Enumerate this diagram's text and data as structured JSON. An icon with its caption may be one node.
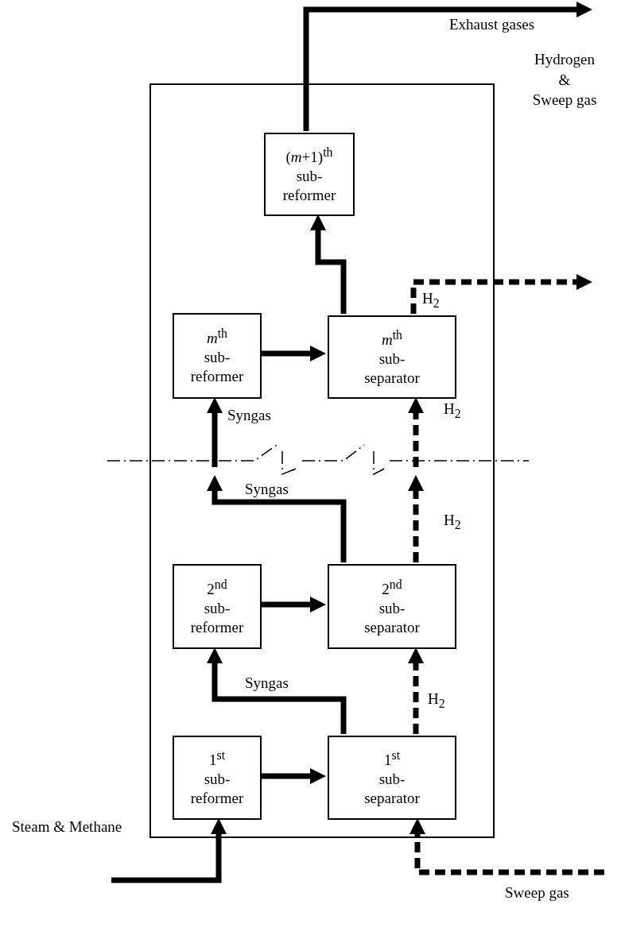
{
  "diagram": {
    "nodes": [
      {
        "text": [],
        "shape": "box"
      },
      {
        "text": [
          "(*m*+1)$^{th}$",
          "sub- reformer"
        ],
        "in": 0
      },
      {
        "text": [
          "*m*$^{th}$",
          "sub- reformer"
        ],
        "in": 0
      },
      {
        "text": [
          "*m*$^{th}$",
          "sub- separator"
        ],
        "in": 0
      },
      {
        "text": [
          "2$^{nd}$",
          "sub- reformer"
        ],
        "in": 0
      },
      {
        "text": [
          "2$^{nd}$",
          "sub- separator"
        ],
        "in": 0
      },
      {
        "text": [
          "1$^{st}$",
          "sub- reformer"
        ],
        "in": 0
      },
      {
        "text": [
          "1$^{st}$",
          "sub- separator"
        ],
        "in": 0
      }
    ],
    "edges": [
      {
        "from": 1,
        "to": null,
        "arrow": "to"
      },
      {
        "from": 3,
        "to": 1,
        "arrow": "to"
      },
      {
        "from": 3,
        "to": null,
        "arrow": "to",
        "label": "H$_{2}$",
        "style": "dashed"
      },
      {
        "from": 2,
        "to": 3,
        "arrow": "to"
      },
      {
        "from": null,
        "to": 2,
        "arrow": "to",
        "label": "Syngas"
      },
      {
        "from": null,
        "to": 3,
        "arrow": "to",
        "label": "H$_{2}$",
        "style": "dashed"
      },
      {
        "from": 5,
        "to": null,
        "arrow": "to",
        "label": "Syngas"
      },
      {
        "from": 5,
        "to": null,
        "arrow": "to",
        "label": "H$_{2}$",
        "style": "dashed"
      },
      {
        "from": 4,
        "to": 5,
        "arrow": "to"
      },
      {
        "from": 7,
        "to": 4,
        "arrow": "to",
        "label": "Syngas"
      },
      {
        "from": 7,
        "to": 5,
        "arrow": "to",
        "label": "H$_{2}$",
        "style": "dashed"
      },
      {
        "from": 6,
        "to": 7,
        "arrow": "to"
      },
      {
        "from": null,
        "to": 6,
        "arrow": "to"
      },
      {
        "from": null,
        "to": 7,
        "arrow": "to",
        "style": "dashed"
      }
    ],
    "labels": [
      "Exhaust gases",
      "Hydrogen & Sweep gas",
      "Steam & Methane",
      "Sweep gas"
    ]
  }
}
